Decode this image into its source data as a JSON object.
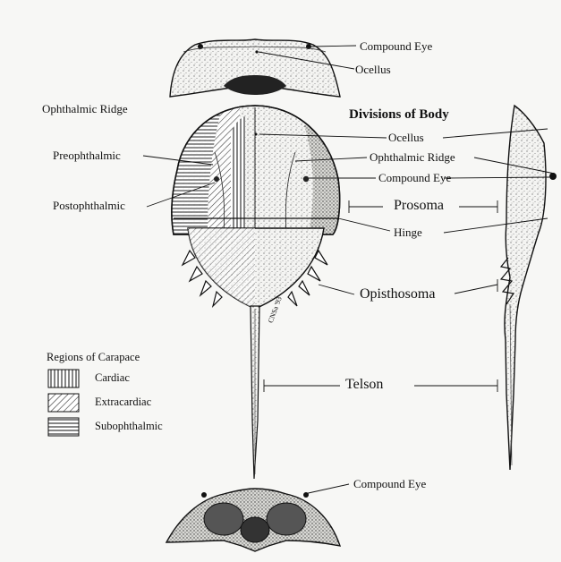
{
  "title": "Divisions of Body",
  "labels": {
    "top_compound_eye": "Compound Eye",
    "top_ocellus": "Ocellus",
    "ophthalmic_ridge_left": "Ophthalmic Ridge",
    "preophthalmic": "Preophthalmic",
    "postophthalmic": "Postophthalmic",
    "ocellus": "Ocellus",
    "ophthalmic_ridge_right": "Ophthalmic Ridge",
    "compound_eye_right": "Compound Eye",
    "prosoma": "Prosoma",
    "hinge": "Hinge",
    "opisthosoma": "Opisthosoma",
    "telson": "Telson",
    "bottom_compound_eye": "Compound Eye"
  },
  "legend": {
    "title": "Regions of Carapace",
    "items": [
      {
        "label": "Cardiac",
        "pattern": "vertical-lines"
      },
      {
        "label": "Extracardiac",
        "pattern": "diagonal-lines"
      },
      {
        "label": "Subophthalmic",
        "pattern": "horizontal-lines"
      }
    ]
  },
  "signature": "CNSa '93"
}
